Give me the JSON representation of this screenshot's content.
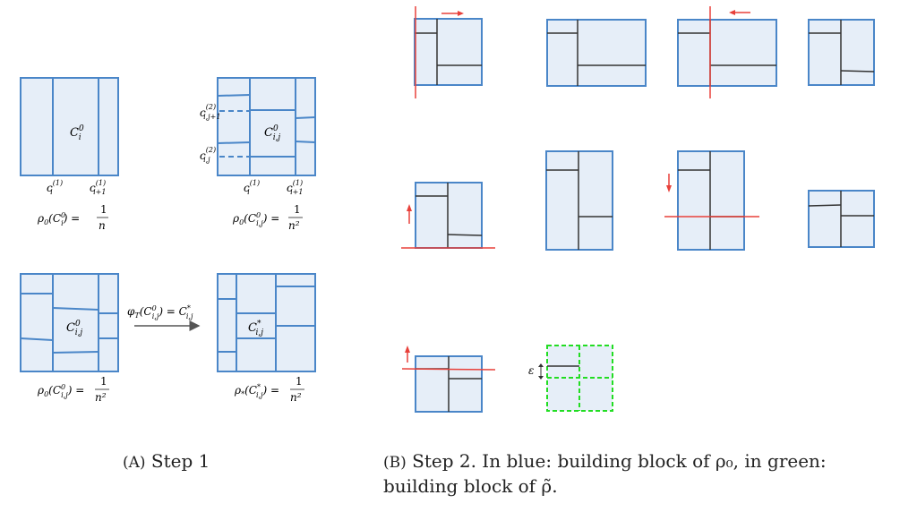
{
  "panel_a": {
    "tl": {
      "label": "C",
      "sup": "0",
      "sub": "i",
      "tick1": "c",
      "tick1_sup": "(1)",
      "tick1_sub": "i",
      "tick2": "c",
      "tick2_sup": "(1)",
      "tick2_sub": "i+1",
      "rho_lhs": "ρ₀(C",
      "rho_rhs_num": "1",
      "rho_rhs_den": "n"
    },
    "tr": {
      "label": "C",
      "sup": "0",
      "sub": "i,j",
      "left1": "c",
      "left1_sup": "(2)",
      "left1_sub": "i,j+1",
      "left2": "c",
      "left2_sup": "(2)",
      "left2_sub": "i,j",
      "tick1": "c",
      "tick1_sup": "(1)",
      "tick1_sub": "i",
      "tick2": "c",
      "tick2_sup": "(1)",
      "tick2_sub": "i+1",
      "rho_num": "1",
      "rho_den": "n²"
    },
    "bl": {
      "label": "C",
      "sup": "0",
      "sub": "i,j",
      "rho_num": "1",
      "rho_den": "n²"
    },
    "br": {
      "label": "C",
      "sup": "*",
      "sub": "i,j",
      "rho_num": "1",
      "rho_den": "n²"
    },
    "arrow": "φ",
    "caption_letter": "(A)",
    "caption_text": "Step 1"
  },
  "panel_b": {
    "epsilon": "ε",
    "caption_letter": "(B)",
    "caption_line1": "Step 2. In blue: building block of ρ₀, in green:",
    "caption_line2": "building block of ρ̃."
  },
  "colors": {
    "box_fill": "#e6eef8",
    "box_stroke": "#4a86c8",
    "inner_line": "#333333",
    "red": "#e8403a",
    "green": "#22dd22"
  }
}
